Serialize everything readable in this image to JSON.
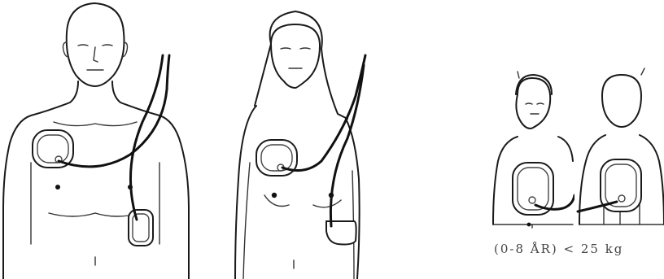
{
  "figures": [
    {
      "id": "adult-male"
    },
    {
      "id": "adult-female"
    },
    {
      "id": "child-front"
    },
    {
      "id": "child-back"
    }
  ],
  "child_caption": "(0-8 ÅR) < 25 kg"
}
